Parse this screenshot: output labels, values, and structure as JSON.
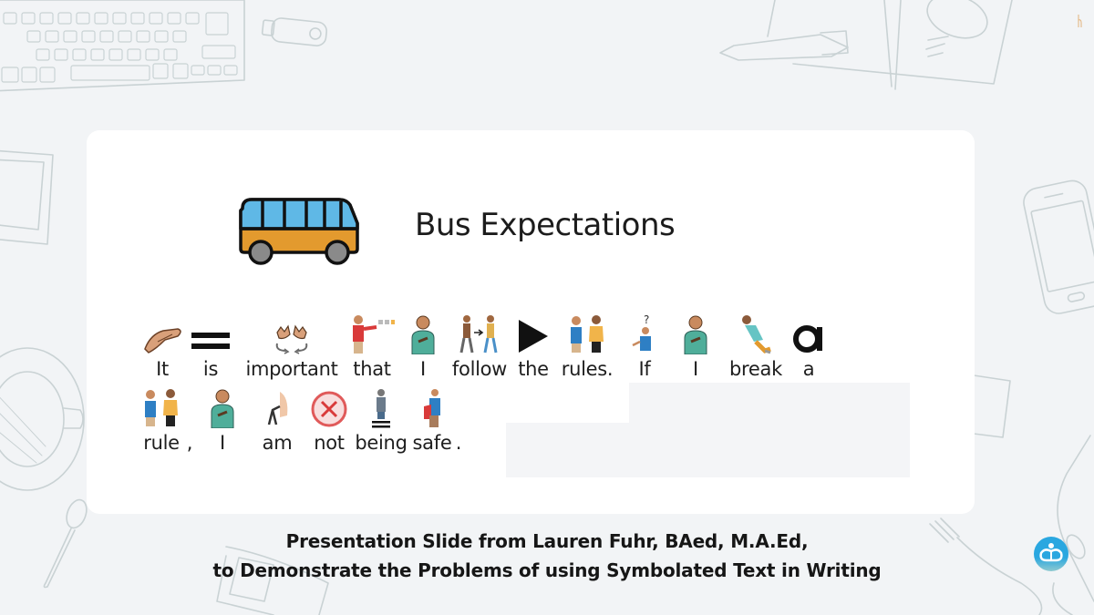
{
  "slide": {
    "title": "Bus Expectations",
    "title_icon": "bus-icon",
    "rows": [
      [
        {
          "word": "It",
          "icon": "point-hand-icon"
        },
        {
          "word": "is",
          "icon": "equals-icon"
        },
        {
          "word": "important",
          "icon": "important-hands-icon"
        },
        {
          "word": "that",
          "icon": "point-at-that-icon"
        },
        {
          "word": "I",
          "icon": "self-person-icon"
        },
        {
          "word": "follow",
          "icon": "follow-people-icon"
        },
        {
          "word": "the",
          "icon": "play-triangle-icon"
        },
        {
          "word": "rules.",
          "icon": "two-people-rules-icon"
        },
        {
          "word": "If",
          "icon": "question-person-icon"
        },
        {
          "word": "I",
          "icon": "self-person-icon"
        },
        {
          "word": "break",
          "icon": "break-person-icon"
        },
        {
          "word": "a",
          "icon": "letter-a-icon"
        }
      ],
      [
        {
          "word": "rule",
          "icon": "two-people-rules-icon"
        },
        {
          "word": ",",
          "icon": ""
        },
        {
          "word": "I",
          "icon": "self-person-icon"
        },
        {
          "word": "am",
          "icon": "am-person-icon"
        },
        {
          "word": "not",
          "icon": "not-x-circle-icon"
        },
        {
          "word": "being",
          "icon": "standing-person-icon"
        },
        {
          "word": "safe",
          "icon": "safe-person-icon"
        },
        {
          "word": ".",
          "icon": ""
        }
      ]
    ]
  },
  "caption": {
    "line1": "Presentation Slide from Lauren Fuhr, BAed, M.A.Ed,",
    "line2": "to Demonstrate the Problems of using Symbolated Text in Writing"
  },
  "brand": {
    "logo_icon": "brand-logo-icon",
    "color": "#2aa7e0"
  },
  "colors": {
    "background": "#f2f4f6",
    "card": "#ffffff",
    "bus_windows": "#5fb8e6",
    "bus_body": "#e39a2e",
    "not_circle": "#e05a5a"
  }
}
